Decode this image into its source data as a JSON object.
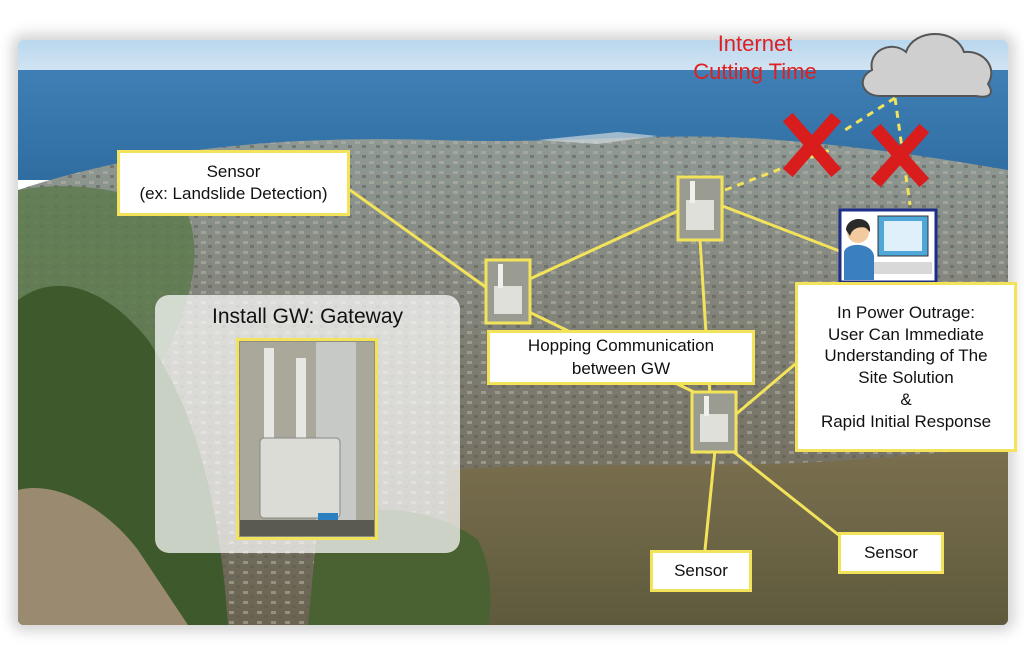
{
  "cut_label_line1": "Internet",
  "cut_label_line2": "Cutting Time",
  "sensor_landslide_line1": "Sensor",
  "sensor_landslide_line2": "(ex: Landslide Detection)",
  "gateway_title": "Install GW: Gateway",
  "hopping_line1": "Hopping Communication",
  "hopping_line2": "between GW",
  "outage_lines": [
    "In Power Outrage:",
    "User Can Immediate",
    "Understanding of The",
    "Site Solution",
    "&",
    "Rapid Initial Response"
  ],
  "sensor_bottom_left": "Sensor",
  "sensor_bottom_right": "Sensor",
  "colors": {
    "link_yellow": "#f2e35a",
    "cross_red": "#d91c1c",
    "cut_text_red": "#e02020"
  },
  "icons": [
    "cloud-icon",
    "cross-icon",
    "gateway-device-icon",
    "user-at-computer-icon"
  ]
}
